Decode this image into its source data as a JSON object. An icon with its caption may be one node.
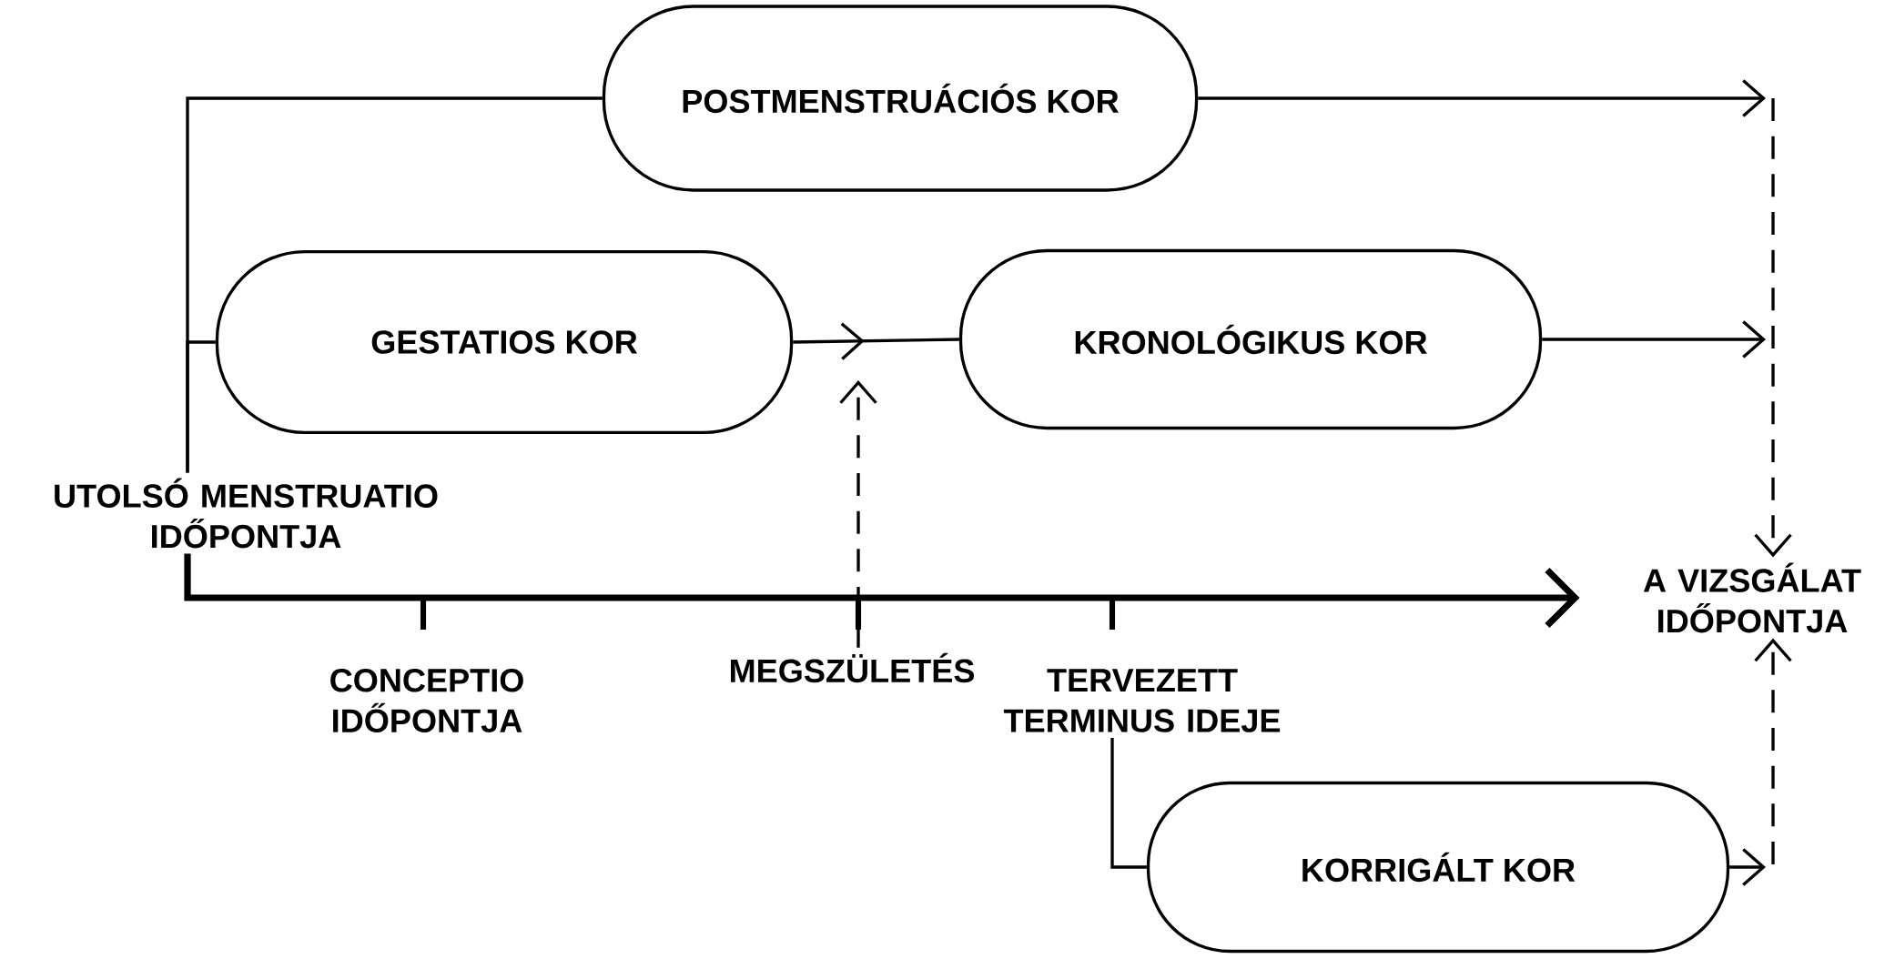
{
  "diagram": {
    "nodes": [
      {
        "text": [
          "POSTMENSTRUÁCIÓS KOR"
        ]
      },
      {
        "text": [
          "GESTATIOS KOR"
        ]
      },
      {
        "text": [
          "KRONOLÓGIKUS KOR"
        ]
      },
      {
        "text": [
          "UTOLSÓ MENSTRUATIO IDŐPONTJA"
        ]
      },
      {
        "text": [
          "MEGSZÜLETÉS"
        ]
      },
      {
        "text": [
          "TERVEZETT TERMINUS IDEJE"
        ]
      },
      {
        "text": [
          "A VIZSGÁLAT IDŐPONTJA"
        ]
      },
      {
        "text": [
          "KORRIGÁLT KOR"
        ]
      }
    ],
    "edges": [
      {
        "from": 3,
        "to": 0,
        "arrow": "none"
      },
      {
        "from": 3,
        "to": 1,
        "arrow": "none"
      },
      {
        "from": 1,
        "to": 2,
        "arrow": "to"
      },
      {
        "from": 0,
        "to": null,
        "arrow": "to"
      },
      {
        "from": 2,
        "to": null,
        "arrow": "to"
      },
      {
        "from": null,
        "to": 6,
        "arrow": "to",
        "style": "dashed"
      },
      {
        "from": 4,
        "to": null,
        "arrow": "to",
        "style": "dashed"
      },
      {
        "from": 3,
        "to": 6,
        "arrow": "to",
        "style": "thick"
      },
      {
        "from": 5,
        "to": 7,
        "arrow": "none"
      },
      {
        "from": 7,
        "to": null,
        "arrow": "to"
      },
      {
        "from": null,
        "to": 6,
        "arrow": "to",
        "style": "dashed"
      }
    ],
    "labels": [
      "CONCEPTIO IDŐPONTJA"
    ]
  }
}
